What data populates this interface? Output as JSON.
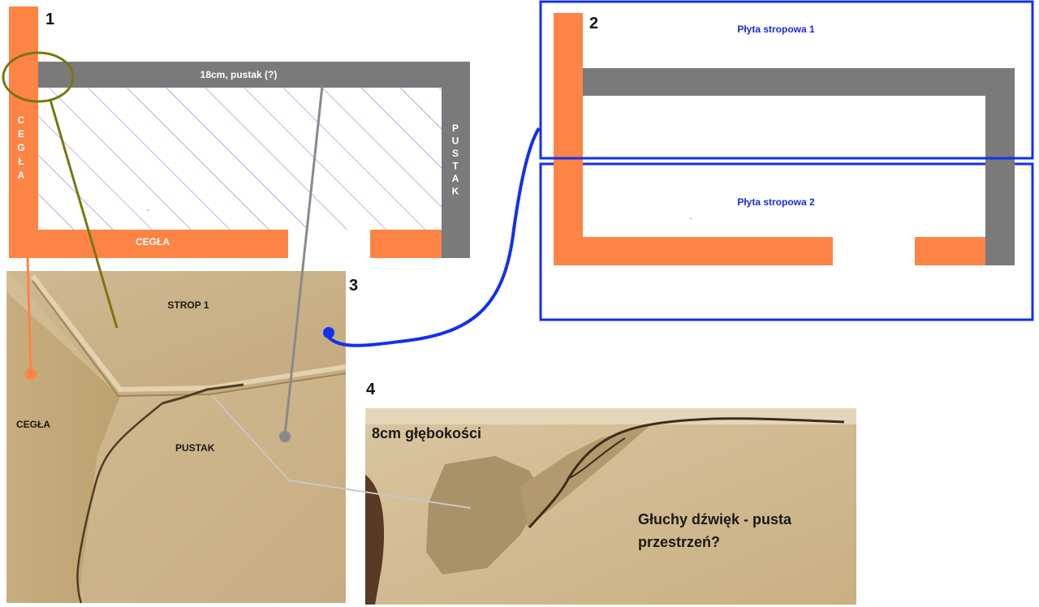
{
  "colors": {
    "brick": "#fd8445",
    "hollow_block": "#7a7a7a",
    "hatch": "#9b4fd6",
    "connector_blue": "#1230ee",
    "connector_olive": "#777711",
    "plaster": "#c8b08a"
  },
  "panel1": {
    "number": "1",
    "top_label": "18cm,  pustak (?)",
    "left_vertical_label": "CEGŁA",
    "right_vertical_label": "PUSTAK",
    "bottom_label": "CEGŁA",
    "dash": "-"
  },
  "panel2": {
    "number": "2",
    "slab1": "Płyta stropowa 1",
    "slab2": "Płyta stropowa 2",
    "dash": "-"
  },
  "panel3": {
    "number": "3",
    "strop": "STROP 1",
    "cegla": "CEGŁA",
    "pustak": "PUSTAK"
  },
  "panel4": {
    "number": "4",
    "depth": "8cm głębokości",
    "sound_line1": "Głuchy dźwięk - pusta",
    "sound_line2": "przestrzeń?"
  }
}
